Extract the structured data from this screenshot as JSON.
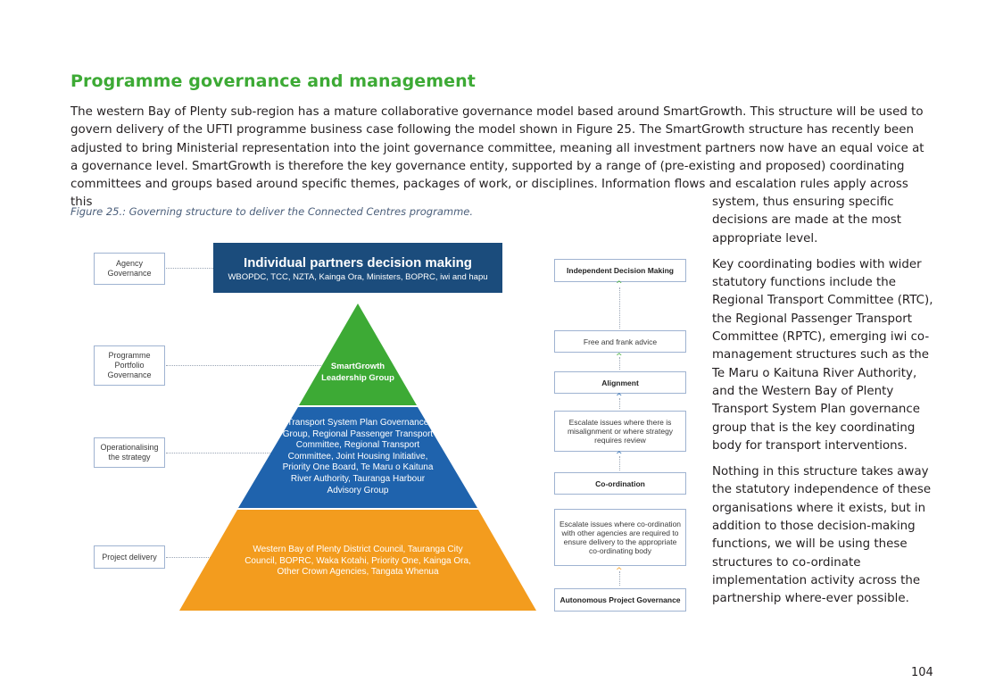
{
  "heading": "Programme governance and management",
  "intro": "The western Bay of Plenty sub-region has a mature collaborative governance model based around SmartGrowth. This structure will be used to govern delivery of the UFTI programme business case following the model shown in Figure 25. The SmartGrowth structure has recently been adjusted to bring Ministerial representation into the joint governance committee, meaning all investment partners now have an equal voice at a governance level. SmartGrowth is therefore the key governance entity, supported by a range of (pre-existing and proposed) coordinating committees and groups based around specific themes, packages of work, or disciplines. Information flows and escalation rules apply across this",
  "caption": "Figure 25.: Governing structure to deliver the Connected Centres programme.",
  "side_paragraphs": [
    "system, thus ensuring specific decisions are made at the most appropriate level.",
    "Key coordinating bodies with wider statutory functions include the Regional Transport Committee (RTC), the Regional Passenger Transport Committee (RPTC), emerging iwi co-management structures such as the Te Maru o Kaituna River Authority, and the Western Bay of Plenty Transport System Plan governance group that is the key coordinating body for transport interventions.",
    "Nothing in this structure takes away the statutory independence of these organisations where it exists, but in addition to those decision-making functions, we will be using these structures to co-ordinate implementation activity across the partnership where-ever possible."
  ],
  "page_number": "104",
  "left_labels": [
    "Agency Governance",
    "Programme Portfolio Governance",
    "Operationalising the strategy",
    "Project delivery"
  ],
  "top_box": {
    "title": "Individual partners decision making",
    "subtitle": "WBOPDC, TCC, NZTA, Kainga Ora, Ministers, BOPRC, iwi and hapu"
  },
  "pyramid": {
    "tier1": "SmartGrowth Leadership Group",
    "tier2": "Transport System Plan Governance Group, Regional Passenger Transport Committee, Regional Transport Committee, Joint Housing Initiative, Priority One Board, Te Maru o Kaituna River Authority, Tauranga Harbour Advisory Group",
    "tier3": "Western Bay of Plenty District Council, Tauranga City Council, BOPRC, Waka Kotahi, Priority One, Kainga Ora, Other Crown Agencies, Tangata Whenua"
  },
  "right_boxes": {
    "independent": "Independent Decision Making",
    "free": "Free and frank advice",
    "alignment": "Alignment",
    "escalate1": "Escalate issues where there is misalignment or where strategy requires review",
    "coordination": "Co-ordination",
    "escalate2": "Escalate issues where co-ordination with other agencies are required to ensure delivery to the appropriate co-ordinating body",
    "autonomous": "Autonomous Project Governance"
  },
  "colors": {
    "heading": "#3daa35",
    "top_box": "#1b4c7c",
    "tier1": "#3daa35",
    "tier2": "#1f63ad",
    "tier3": "#f39c1e"
  },
  "icons": {
    "arrow_green": "arrow-up-green",
    "arrow_blue": "arrow-up-blue",
    "arrow_orange": "arrow-up-orange"
  }
}
